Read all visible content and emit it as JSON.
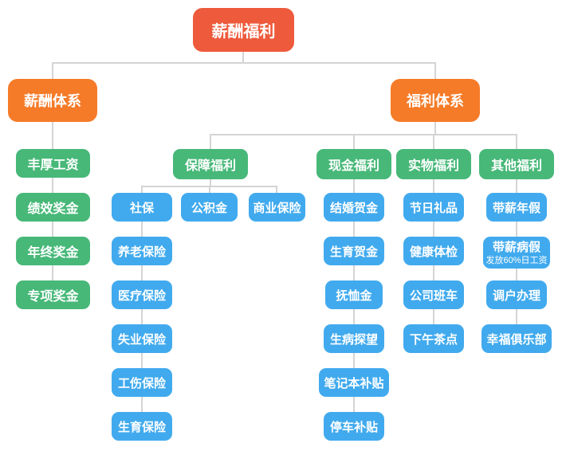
{
  "colors": {
    "root_box": "#ee5a3c",
    "branch_box": "#f57b28",
    "category_box": "#47b878",
    "item_box": "#41aaee",
    "connector_line": "#d4d4d4",
    "box_text": "#ffffff"
  },
  "root": {
    "label": "薪酬福利"
  },
  "salary_system": {
    "label": "薪酬体系",
    "items": [
      "丰厚工资",
      "绩效奖金",
      "年终奖金",
      "专项奖金"
    ]
  },
  "welfare_system": {
    "label": "福利体系",
    "security": {
      "label": "保障福利",
      "items": [
        "社保",
        "公积金",
        "商业保险"
      ],
      "social_insurance_items": [
        "养老保险",
        "医疗保险",
        "失业保险",
        "工伤保险",
        "生育保险"
      ]
    },
    "cash": {
      "label": "现金福利",
      "items": [
        "结婚贺金",
        "生育贺金",
        "抚恤金",
        "生病探望",
        "笔记本补贴",
        "停车补贴"
      ]
    },
    "physical": {
      "label": "实物福利",
      "items": [
        "节日礼品",
        "健康体检",
        "公司班车",
        "下午茶点"
      ]
    },
    "other": {
      "label": "其他福利",
      "items": [
        "带薪年假",
        "带薪病假",
        "调户办理",
        "幸福俱乐部"
      ],
      "sick_leave_note": "发放60%日工资"
    }
  }
}
